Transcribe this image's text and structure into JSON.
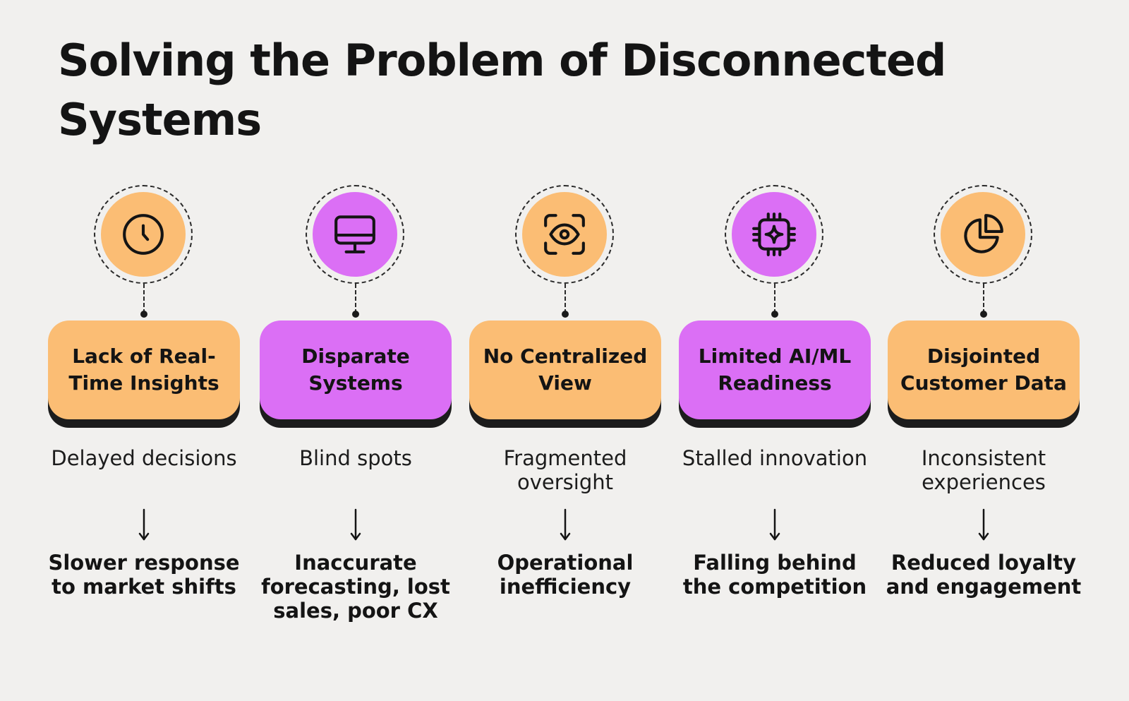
{
  "title": "Solving the Problem of Disconnected Systems",
  "colors": {
    "background": "#f1f0ee",
    "orange": "#fbbd74",
    "purple": "#db6ff5",
    "dark": "#141414"
  },
  "items": [
    {
      "icon": "clock-icon",
      "color": "#fbbd74",
      "label": "Lack of Real-Time Insights",
      "effect": "Delayed decisions",
      "outcome": "Slower response to market shifts"
    },
    {
      "icon": "monitor-icon",
      "color": "#db6ff5",
      "label": "Disparate Systems",
      "effect": "Blind spots",
      "outcome": "Inaccurate forecasting, lost sales, poor CX"
    },
    {
      "icon": "eye-scan-icon",
      "color": "#fbbd74",
      "label": "No Centralized View",
      "effect": "Fragmented oversight",
      "outcome": "Operational inefficiency"
    },
    {
      "icon": "ai-chip-icon",
      "color": "#db6ff5",
      "label": "Limited AI/ML Readiness",
      "effect": "Stalled innovation",
      "outcome": "Falling behind the competition"
    },
    {
      "icon": "pie-chart-icon",
      "color": "#fbbd74",
      "label": "Disjointed Customer Data",
      "effect": "Inconsistent experiences",
      "outcome": "Reduced loyalty and engagement"
    }
  ]
}
